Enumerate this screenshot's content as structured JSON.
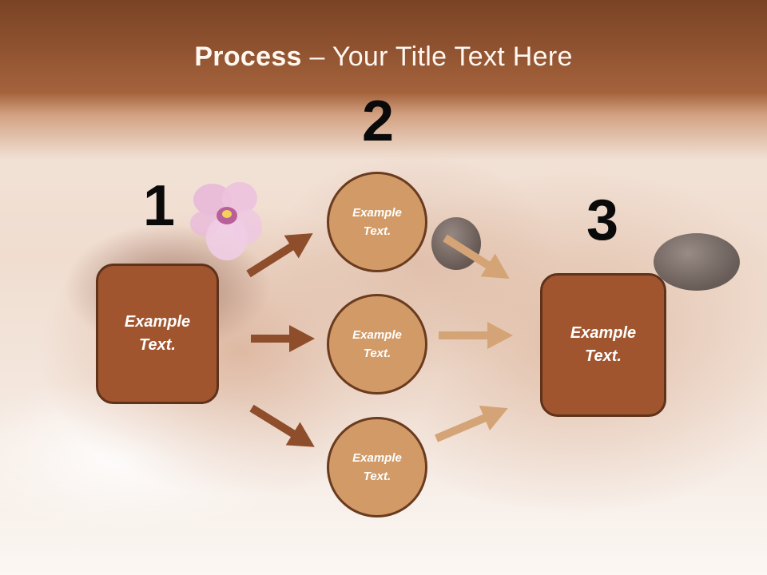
{
  "title": {
    "bold": "Process",
    "rest": " – Your Title Text Here"
  },
  "steps": {
    "numbers": [
      "1",
      "2",
      "3"
    ],
    "left_box": {
      "line1": "Example",
      "line2": "Text."
    },
    "circles": [
      {
        "line1": "Example",
        "line2": "Text."
      },
      {
        "line1": "Example",
        "line2": "Text."
      },
      {
        "line1": "Example",
        "line2": "Text."
      }
    ],
    "right_box": {
      "line1": "Example",
      "line2": "Text."
    }
  },
  "colors": {
    "header": "#8f5230",
    "box_fill": "#a0552f",
    "box_border": "#5e321b",
    "circle_fill": "#d19a67",
    "arrow_dark": "#8e4d2b",
    "arrow_light": "#d5a476"
  },
  "icons": [
    "right-arrow-icon",
    "orchid-image",
    "hot-stone-image"
  ]
}
